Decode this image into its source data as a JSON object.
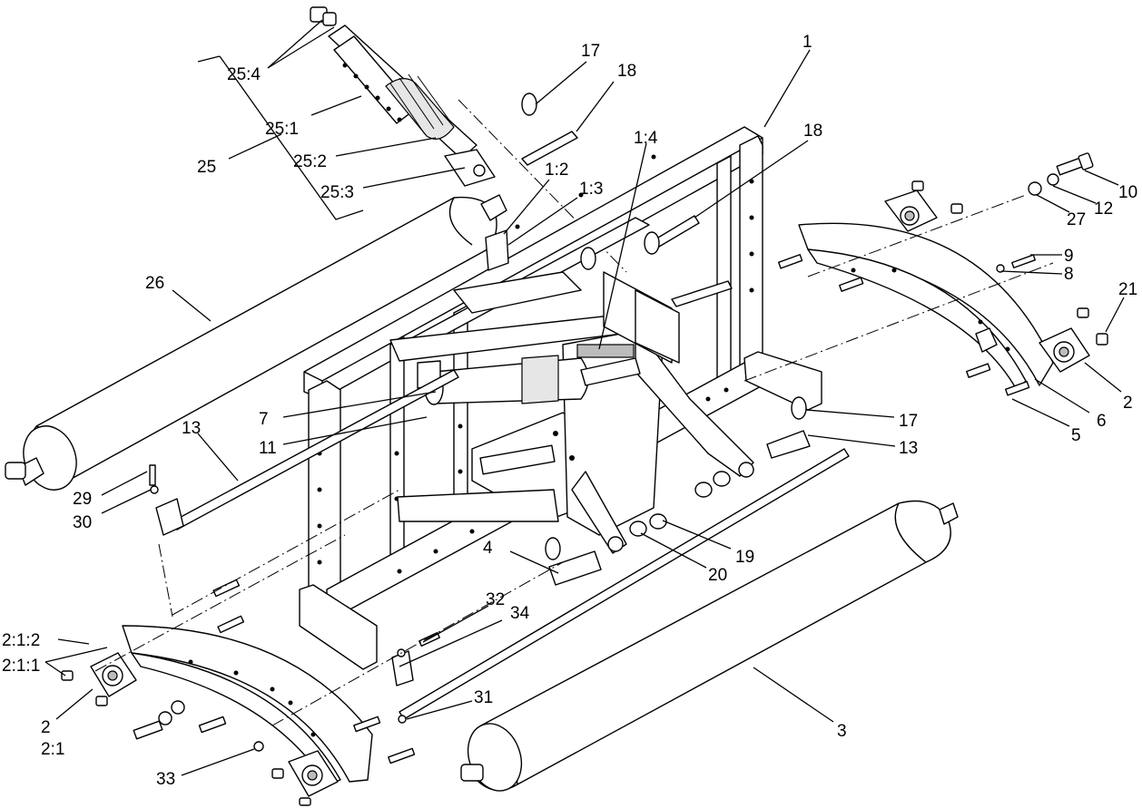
{
  "labels": {
    "l1": "1",
    "l1_2": "1:2",
    "l1_3": "1:3",
    "l1_4": "1:4",
    "l2a": "2",
    "l2b": "2",
    "l2_1": "2:1",
    "l2_1_1": "2:1:1",
    "l2_1_2": "2:1:2",
    "l3": "3",
    "l4": "4",
    "l5": "5",
    "l6": "6",
    "l7": "7",
    "l8": "8",
    "l9": "9",
    "l10": "10",
    "l11": "11",
    "l12": "12",
    "l13a": "13",
    "l13b": "13",
    "l17a": "17",
    "l17b": "17",
    "l18a": "18",
    "l18b": "18",
    "l19": "19",
    "l20": "20",
    "l21": "21",
    "l25": "25",
    "l25_1": "25:1",
    "l25_2": "25:2",
    "l25_3": "25:3",
    "l25_4": "25:4",
    "l26": "26",
    "l27": "27",
    "l29": "29",
    "l30": "30",
    "l31": "31",
    "l32": "32",
    "l33": "33",
    "l34": "34"
  }
}
